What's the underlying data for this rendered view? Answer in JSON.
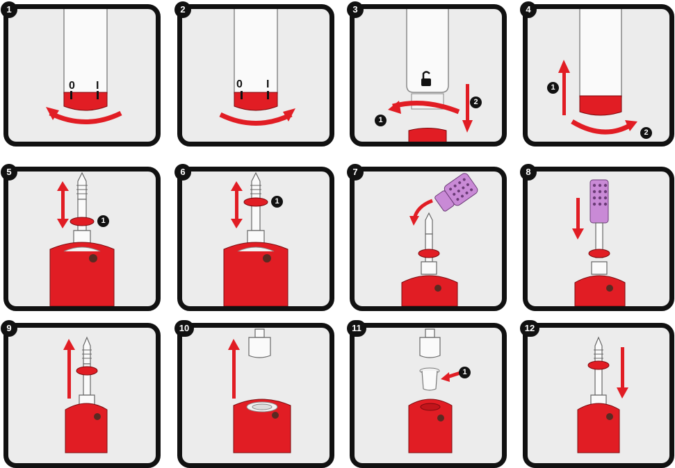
{
  "panels": [
    {
      "number": "1",
      "labels": [
        "0",
        "I"
      ]
    },
    {
      "number": "2",
      "labels": [
        "0",
        "I"
      ]
    },
    {
      "number": "3",
      "markers": [
        "1",
        "2"
      ]
    },
    {
      "number": "4",
      "markers": [
        "1",
        "2"
      ]
    },
    {
      "number": "5",
      "markers": [
        "1"
      ]
    },
    {
      "number": "6",
      "markers": [
        "1"
      ]
    },
    {
      "number": "7"
    },
    {
      "number": "8"
    },
    {
      "number": "9"
    },
    {
      "number": "10"
    },
    {
      "number": "11",
      "markers": [
        "1"
      ]
    },
    {
      "number": "12"
    }
  ],
  "colors": {
    "red": "#e11d24",
    "frame": "#111111",
    "background": "#ececec",
    "purple": "#c98ad6"
  }
}
